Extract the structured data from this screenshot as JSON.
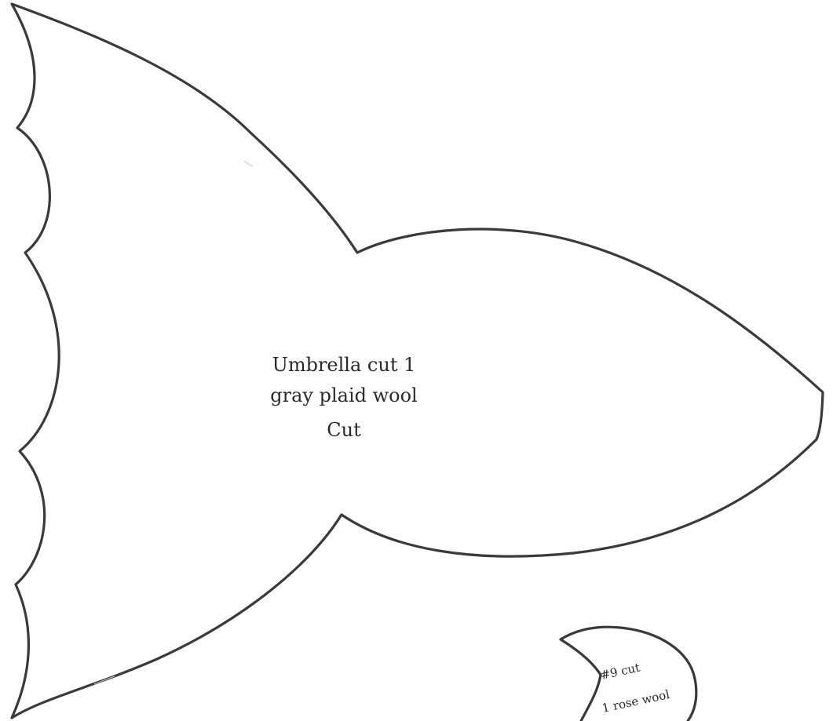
{
  "umbrella_piece": {
    "line1": "Umbrella cut 1",
    "line2": "gray plaid wool",
    "line3": "Cut"
  },
  "small_piece": {
    "line1": "#9  cut",
    "line2": "1 rose wool"
  },
  "colors": {
    "paper": "#ffffff",
    "ink": "#3a3a3a"
  }
}
